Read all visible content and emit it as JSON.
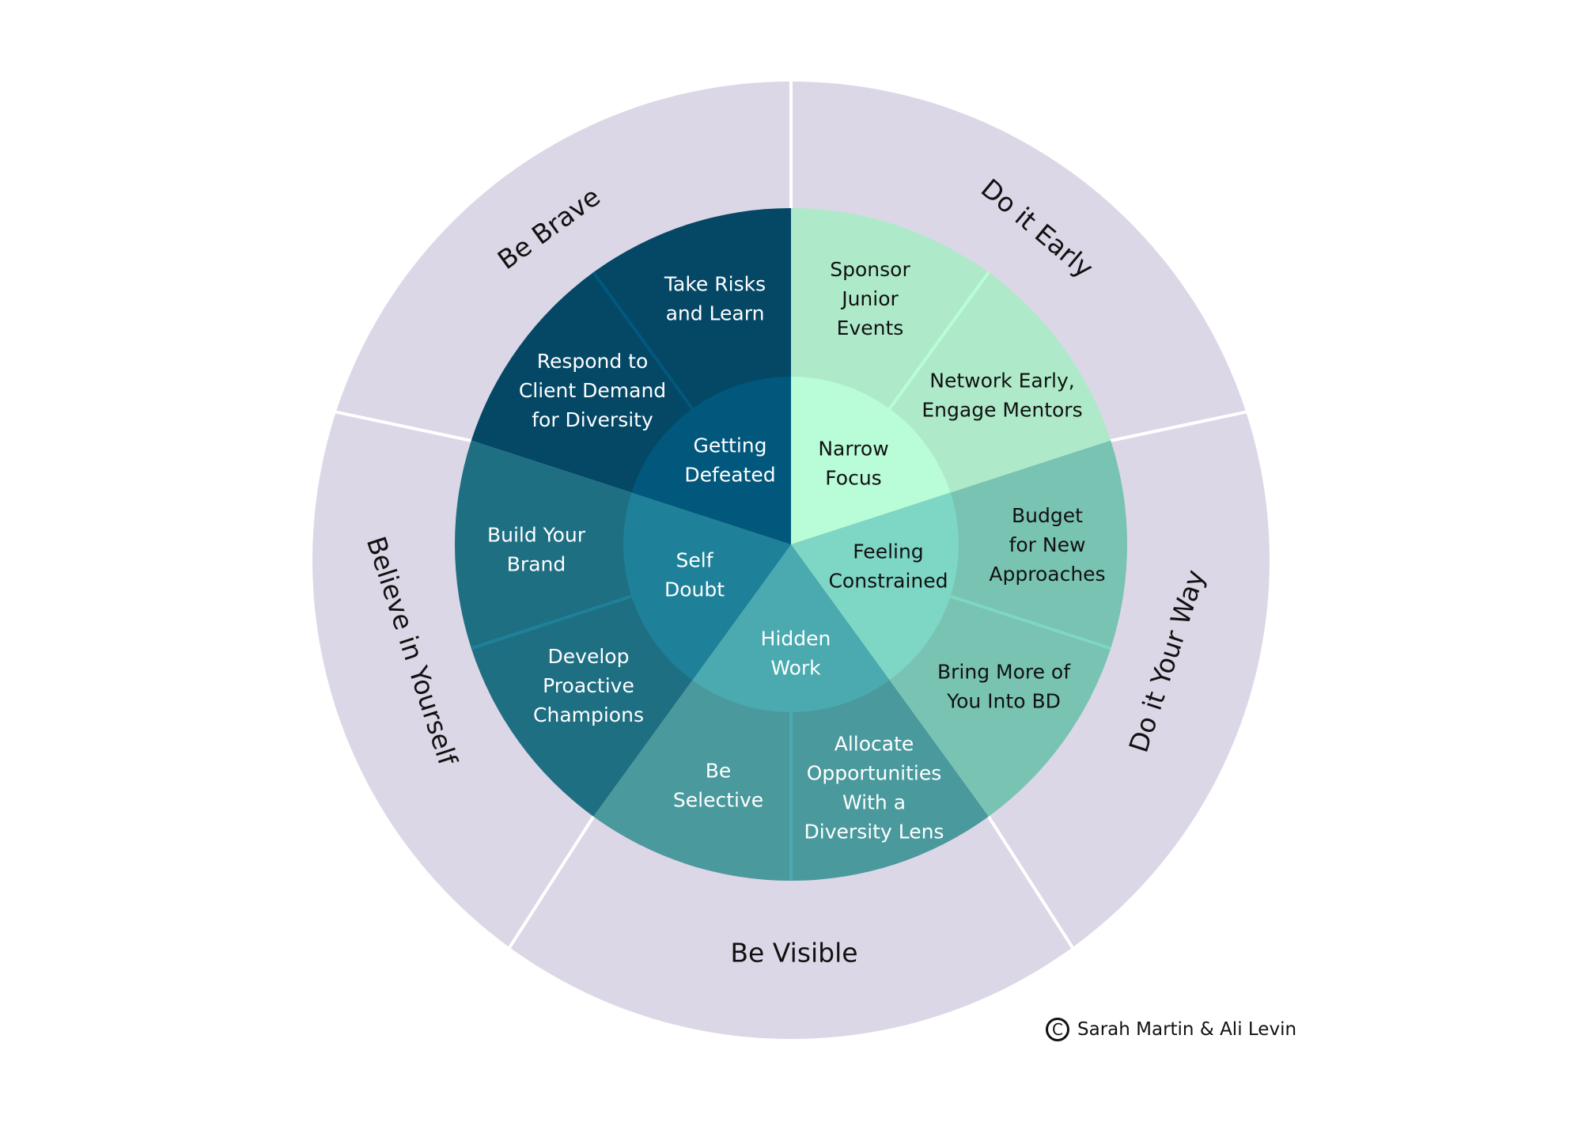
{
  "diagram": {
    "outer_ring": {
      "color": "#dcd7e6",
      "divider_color": "#ffffff",
      "segments": [
        {
          "label": "Be Brave"
        },
        {
          "label": "Do it Early"
        },
        {
          "label": "Do it Your Way"
        },
        {
          "label": "Be Visible"
        },
        {
          "label": "Believe in Yourself"
        }
      ]
    },
    "groups": [
      {
        "inner_label": [
          "Getting",
          "Defeated"
        ],
        "inner_color": "#02587c",
        "middle_color": "#044866",
        "text_color": "#ffffff",
        "middle_items": [
          {
            "lines": [
              "Respond to",
              "Client Demand",
              "for Diversity"
            ]
          },
          {
            "lines": [
              "Take Risks",
              "and Learn"
            ]
          }
        ]
      },
      {
        "inner_label": [
          "Narrow",
          "Focus"
        ],
        "inner_color": "#b8fcd8",
        "middle_color": "#aeeac9",
        "text_color": "#111111",
        "middle_items": [
          {
            "lines": [
              "Sponsor",
              "Junior",
              "Events"
            ]
          },
          {
            "lines": [
              "Network Early,",
              "Engage Mentors"
            ]
          }
        ]
      },
      {
        "inner_label": [
          "Feeling",
          "Constrained"
        ],
        "inner_color": "#7ed6c4",
        "middle_color": "#79c3b3",
        "text_color": "#111111",
        "middle_items": [
          {
            "lines": [
              "Budget",
              "for New",
              "Approaches"
            ]
          },
          {
            "lines": [
              "Bring More of",
              "You Into BD"
            ]
          }
        ]
      },
      {
        "inner_label": [
          "Hidden",
          "Work"
        ],
        "inner_color": "#4aaab0",
        "middle_color": "#4a999d",
        "text_color": "#ffffff",
        "middle_items": [
          {
            "lines": [
              "Allocate",
              "Opportunities",
              "With a",
              "Diversity Lens"
            ]
          },
          {
            "lines": [
              "Be",
              "Selective"
            ]
          }
        ]
      },
      {
        "inner_label": [
          "Self",
          "Doubt"
        ],
        "inner_color": "#1e8199",
        "middle_color": "#1f6f83",
        "text_color": "#ffffff",
        "middle_items": [
          {
            "lines": [
              "Develop",
              "Proactive",
              "Champions"
            ]
          },
          {
            "lines": [
              "Build Your",
              "Brand"
            ]
          }
        ]
      }
    ]
  },
  "copyright": {
    "icon": "copyright-icon",
    "symbol": "C",
    "text": "Sarah Martin & Ali Levin"
  }
}
